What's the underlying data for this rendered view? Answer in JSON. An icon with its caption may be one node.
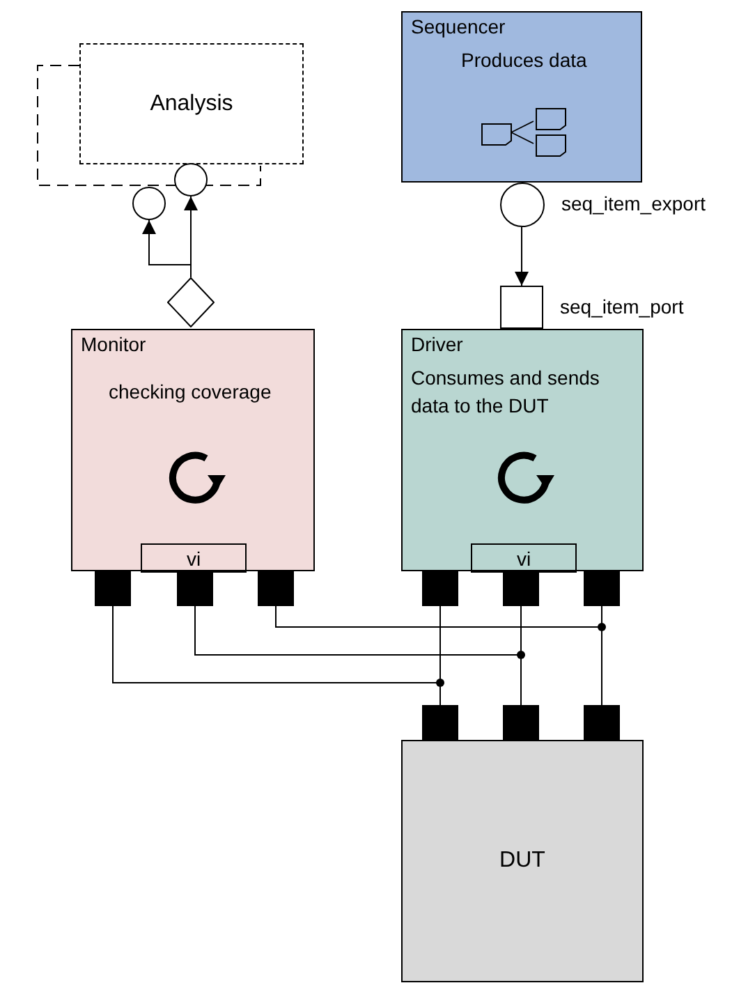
{
  "diagram": {
    "nodes": [
      {
        "text": [
          "Analysis"
        ]
      },
      {
        "text": [],
        "shape": "circle"
      },
      {
        "text": [],
        "shape": "circle"
      },
      {
        "text": [],
        "shape": "diamond"
      },
      {
        "text": [
          "Monitor",
          "checking coverage"
        ]
      },
      {
        "text": [
          "vi"
        ],
        "in": 4
      },
      {
        "text": [],
        "shape": "box"
      },
      {
        "text": [],
        "shape": "box"
      },
      {
        "text": [],
        "shape": "box"
      },
      {
        "text": [
          "Sequencer",
          "Produces data"
        ]
      },
      {
        "text": [],
        "shape": "circle",
        "beside": [
          "seq_item_export"
        ]
      },
      {
        "text": [],
        "shape": "box",
        "beside": [
          "seq_item_port"
        ]
      },
      {
        "text": [
          "Driver",
          "Consumes and sends data to the DUT"
        ]
      },
      {
        "text": [
          "vi"
        ],
        "in": 12
      },
      {
        "text": [],
        "shape": "box"
      },
      {
        "text": [],
        "shape": "box"
      },
      {
        "text": [],
        "shape": "box"
      },
      {
        "text": [
          "DUT"
        ]
      },
      {
        "text": [],
        "shape": "box"
      },
      {
        "text": [],
        "shape": "box"
      },
      {
        "text": [],
        "shape": "box"
      }
    ],
    "edges": [
      {
        "from": 3,
        "to": 1,
        "arrow": "to"
      },
      {
        "from": 3,
        "to": 2,
        "arrow": "to"
      },
      {
        "from": 10,
        "to": 11,
        "arrow": "to"
      },
      {
        "from": 6,
        "to": 18,
        "arrow": "none"
      },
      {
        "from": 7,
        "to": 19,
        "arrow": "none"
      },
      {
        "from": 8,
        "to": 20,
        "arrow": "none"
      },
      {
        "from": 14,
        "to": 18,
        "arrow": "none"
      },
      {
        "from": 15,
        "to": 19,
        "arrow": "none"
      },
      {
        "from": 16,
        "to": 20,
        "arrow": "none"
      }
    ]
  }
}
